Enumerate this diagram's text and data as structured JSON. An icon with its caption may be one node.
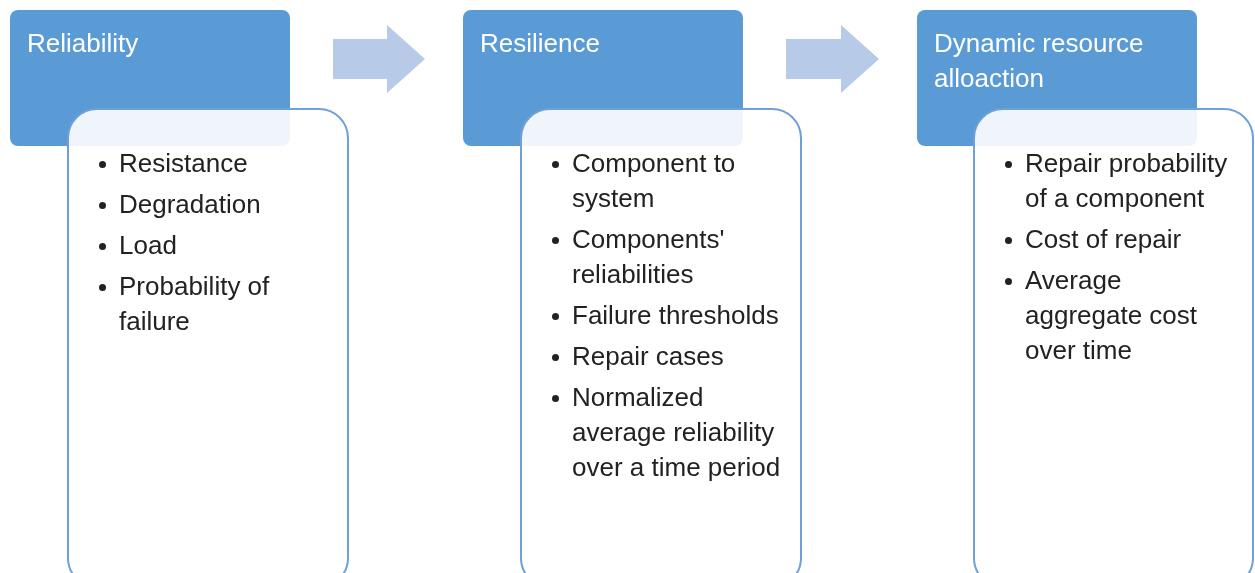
{
  "diagram": {
    "nodes": [
      {
        "text": [
          "Reliability"
        ]
      },
      {
        "text": [
          "Resistance",
          "Degradation",
          "Load",
          "Probability of failure"
        ]
      },
      {
        "text": [
          "Resilience"
        ]
      },
      {
        "text": [
          "Component to system",
          "Components' reliabilities",
          "Failure thresholds",
          "Repair cases",
          "Normalized average reliability over a time period"
        ]
      },
      {
        "text": [
          "Dynamic resource alloaction"
        ]
      },
      {
        "text": [
          "Repair probability of a component",
          "Cost of repair",
          "Average aggregate cost over time"
        ]
      }
    ],
    "edges": [
      {
        "from": 0,
        "to": 2,
        "arrow": "to"
      },
      {
        "from": 2,
        "to": 4,
        "arrow": "to"
      }
    ]
  }
}
